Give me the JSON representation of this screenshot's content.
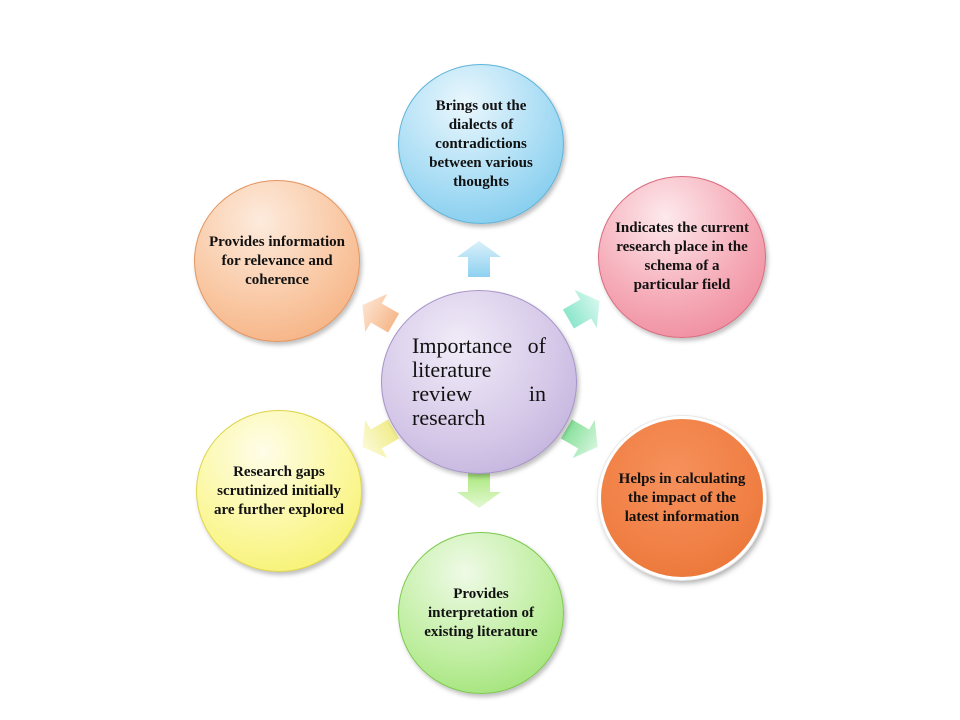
{
  "diagram": {
    "center": "Importance of literature review in research",
    "nodes": {
      "top": "Brings out the dialects of contradictions between various thoughts",
      "top_right": "Indicates the current research place in the schema of a particular field",
      "bottom_right": "Helps in calculating the impact of the latest information",
      "bottom": "Provides interpretation of existing literature",
      "bottom_left": "Research gaps scrutinized initially are further explored",
      "top_left": "Provides information for relevance and coherence"
    },
    "colors": {
      "top": "#a7dcf4",
      "top_right": "#f5a9b6",
      "bottom_right": "#f07f44",
      "bottom": "#bfeea0",
      "bottom_left": "#fbf79b",
      "top_left": "#f9c7a2",
      "center": "#d5c8e8"
    }
  }
}
